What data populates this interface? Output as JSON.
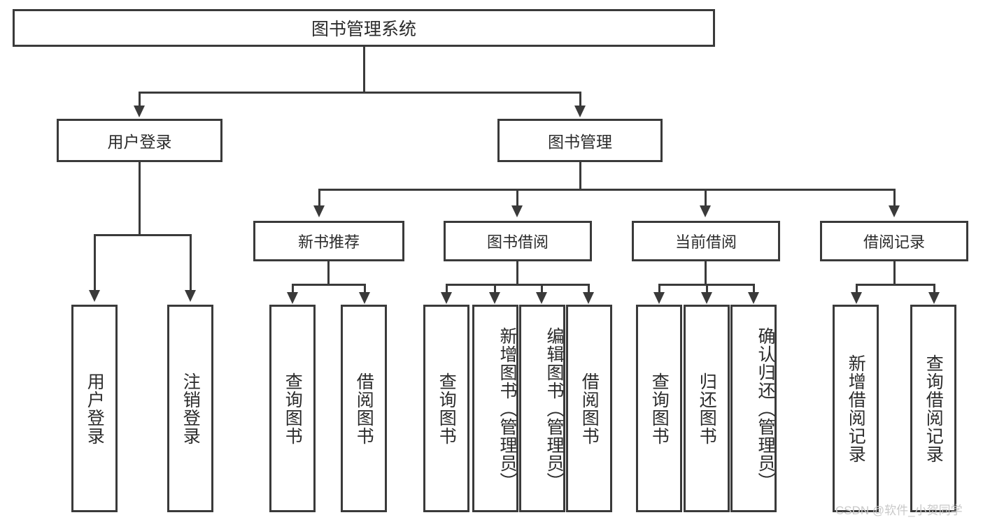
{
  "diagram": {
    "type": "tree",
    "title": "图书管理系统",
    "root": {
      "label": "图书管理系统"
    },
    "level2": [
      {
        "label": "用户登录"
      },
      {
        "label": "图书管理"
      }
    ],
    "level3": [
      {
        "label": "新书推荐"
      },
      {
        "label": "图书借阅"
      },
      {
        "label": "当前借阅"
      },
      {
        "label": "借阅记录"
      }
    ],
    "leaves": {
      "user_login": [
        {
          "label": "用户登录"
        },
        {
          "label": "注销登录"
        }
      ],
      "new_book_recommend": [
        {
          "label": "查询图书"
        },
        {
          "label": "借阅图书"
        }
      ],
      "book_borrow": [
        {
          "label": "查询图书"
        },
        {
          "label": "新增图书（管理员）"
        },
        {
          "label": "编辑图书（管理员）"
        },
        {
          "label": "借阅图书"
        }
      ],
      "current_borrow": [
        {
          "label": "查询图书"
        },
        {
          "label": "归还图书"
        },
        {
          "label": "确认归还（管理员）"
        }
      ],
      "borrow_record": [
        {
          "label": "新增借阅记录"
        },
        {
          "label": "查询借阅记录"
        }
      ]
    }
  },
  "watermark": {
    "text": "CSDN @软件_小贺同学"
  },
  "colors": {
    "stroke": "#3a3a3a",
    "text": "#2b2b2b",
    "background": "#ffffff",
    "watermark": "#c9c9c9"
  }
}
